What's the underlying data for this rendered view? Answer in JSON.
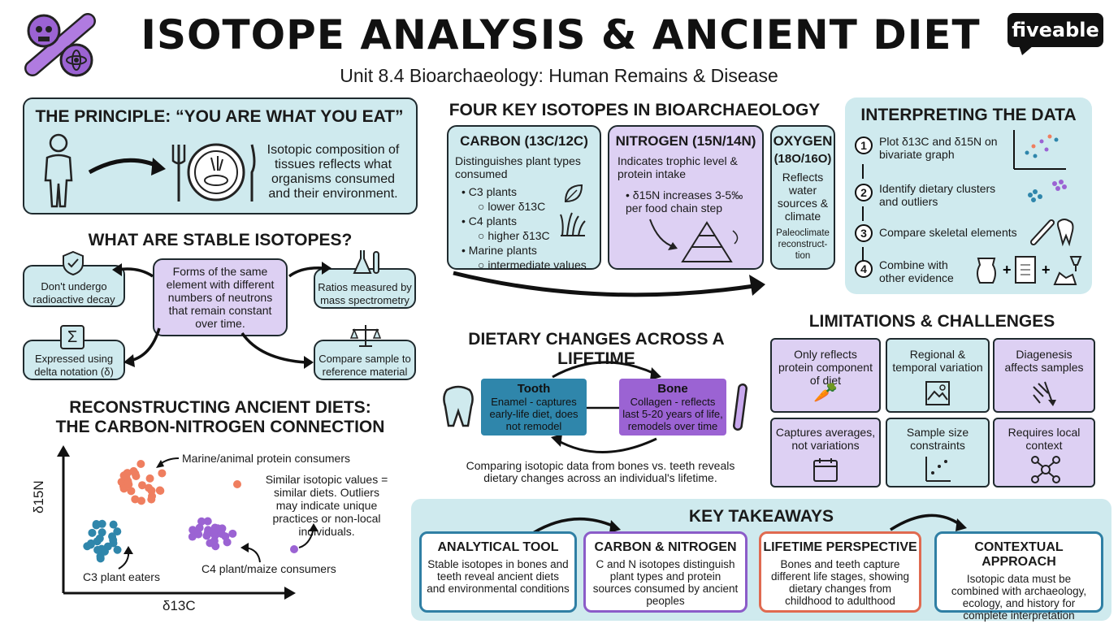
{
  "header": {
    "title": "ISOTOPE ANALYSIS & ANCIENT DIET",
    "subtitle": "Unit 8.4 Bioarchaeology: Human Remains & Disease",
    "brand": "fiveable"
  },
  "principle": {
    "title": "THE PRINCIPLE: “YOU ARE WHAT YOU EAT”",
    "text": "Isotopic composition of tissues reflects what organisms consumed and their environment."
  },
  "stable": {
    "title": "WHAT ARE STABLE ISOTOPES?",
    "center": "Forms of the same element with different numbers of neutrons that remain constant over time.",
    "top_left": "Don't undergo radioactive decay",
    "top_right": "Ratios measured by mass spectrometry",
    "bottom_left": "Expressed using delta notation (δ)",
    "bottom_right": "Compare sample to reference material"
  },
  "reconstruct": {
    "title_line1": "RECONSTRUCTING ANCIENT DIETS:",
    "title_line2": "THE CARBON-NITROGEN CONNECTION",
    "ylabel": "δ15N",
    "xlabel": "δ13C",
    "label_marine": "Marine/animal protein consumers",
    "label_c3": "C3 plant eaters",
    "label_c4": "C4 plant/maize consumers",
    "note": "Similar isotopic values = similar diets. Outliers may indicate unique practices or non-local individuals."
  },
  "four": {
    "title": "FOUR KEY ISOTOPES IN BIOARCHAEOLOGY",
    "carbon": {
      "title": "CARBON (13C/12C)",
      "desc": "Distinguishes plant types consumed",
      "i1": "C3 plants",
      "i1s": "lower δ13C",
      "i2": "C4 plants",
      "i2s": "higher δ13C",
      "i3": "Marine plants",
      "i3s": "intermediate values"
    },
    "nitrogen": {
      "title": "NITROGEN (15N/14N)",
      "desc": "Indicates trophic level & protein intake",
      "bullet": "δ15N increases 3-5‰ per food chain step"
    },
    "oxygen": {
      "title": "OXYGEN",
      "sub": "(18O/16O)",
      "desc": "Reflects water sources & climate",
      "note": "Paleoclimate reconstruct-tion"
    }
  },
  "interpret": {
    "title": "INTERPRETING THE DATA",
    "steps": [
      {
        "num": "1",
        "text": "Plot δ13C and δ15N on bivariate graph"
      },
      {
        "num": "2",
        "text": "Identify dietary clusters and outliers"
      },
      {
        "num": "3",
        "text": "Compare skeletal elements"
      },
      {
        "num": "4",
        "text": "Combine with other evidence"
      }
    ]
  },
  "lifetime": {
    "title": "DIETARY CHANGES ACROSS A LIFETIME",
    "tooth_title": "Tooth",
    "tooth_desc": "Enamel - captures early-life diet, does not remodel",
    "bone_title": "Bone",
    "bone_desc": "Collagen - reflects last 5-20 years of life, remodels over time",
    "caption": "Comparing isotopic data from bones vs. teeth reveals dietary changes across an individual's lifetime."
  },
  "limits": {
    "title": "LIMITATIONS & CHALLENGES",
    "items": [
      "Only reflects protein component of diet",
      "Regional & temporal variation",
      "Diagenesis affects samples",
      "Captures averages, not variations",
      "Sample size constraints",
      "Requires local context"
    ]
  },
  "takeaways": {
    "title": "KEY TAKEAWAYS",
    "cards": [
      {
        "title": "ANALYTICAL TOOL",
        "text": "Stable isotopes in bones and teeth reveal ancient diets and environmental conditions",
        "color": "#2f7fa4"
      },
      {
        "title": "CARBON & NITROGEN",
        "text": "C and N isotopes distinguish plant types and protein sources consumed by ancient peoples",
        "color": "#8b5cc8"
      },
      {
        "title": "LIFETIME PERSPECTIVE",
        "text": "Bones and teeth capture different life stages, showing dietary changes from childhood to adulthood",
        "color": "#e06a50"
      },
      {
        "title": "CONTEXTUAL APPROACH",
        "text": "Isotopic data must be combined with archaeology, ecology, and history for complete interpretation",
        "color": "#2f7fa4"
      }
    ]
  },
  "colors": {
    "teal": "#cfeaee",
    "lavender": "#ddd0f3",
    "coral": "#ef7e5f",
    "blue": "#2f86ab",
    "purple": "#9b63d3"
  }
}
